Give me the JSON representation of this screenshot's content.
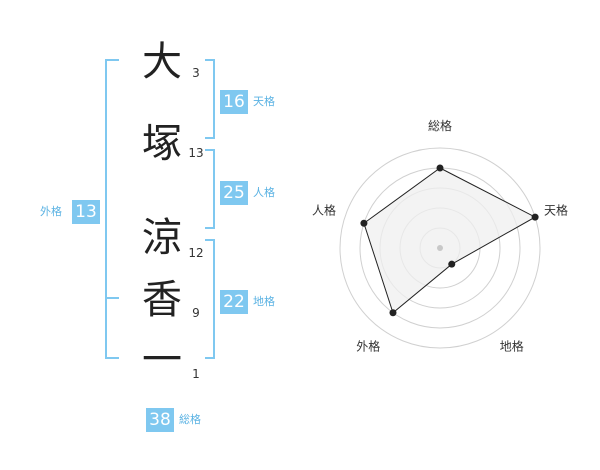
{
  "name": {
    "characters": [
      {
        "char": "大",
        "strokes": "3"
      },
      {
        "char": "塚",
        "strokes": "13"
      },
      {
        "char": "涼",
        "strokes": "12"
      },
      {
        "char": "香",
        "strokes": "9"
      },
      {
        "char": "一",
        "strokes": "1"
      }
    ]
  },
  "fortunes": {
    "tenkaku": {
      "value": "16",
      "label": "天格"
    },
    "jinkaku": {
      "value": "25",
      "label": "人格"
    },
    "chikaku": {
      "value": "22",
      "label": "地格"
    },
    "gaikaku": {
      "value": "13",
      "label": "外格"
    },
    "soukaku": {
      "value": "38",
      "label": "総格"
    }
  },
  "chart_data": {
    "type": "radar",
    "axes": [
      "総格",
      "天格",
      "地格",
      "外格",
      "人格"
    ],
    "values": [
      4,
      5,
      1,
      4,
      4
    ],
    "max": 5,
    "rings": 5,
    "colors": {
      "fill": "#efefef",
      "ring": "#d0d0d0",
      "line": "#222222",
      "point": "#222222",
      "center": "#c8c8c8"
    }
  }
}
